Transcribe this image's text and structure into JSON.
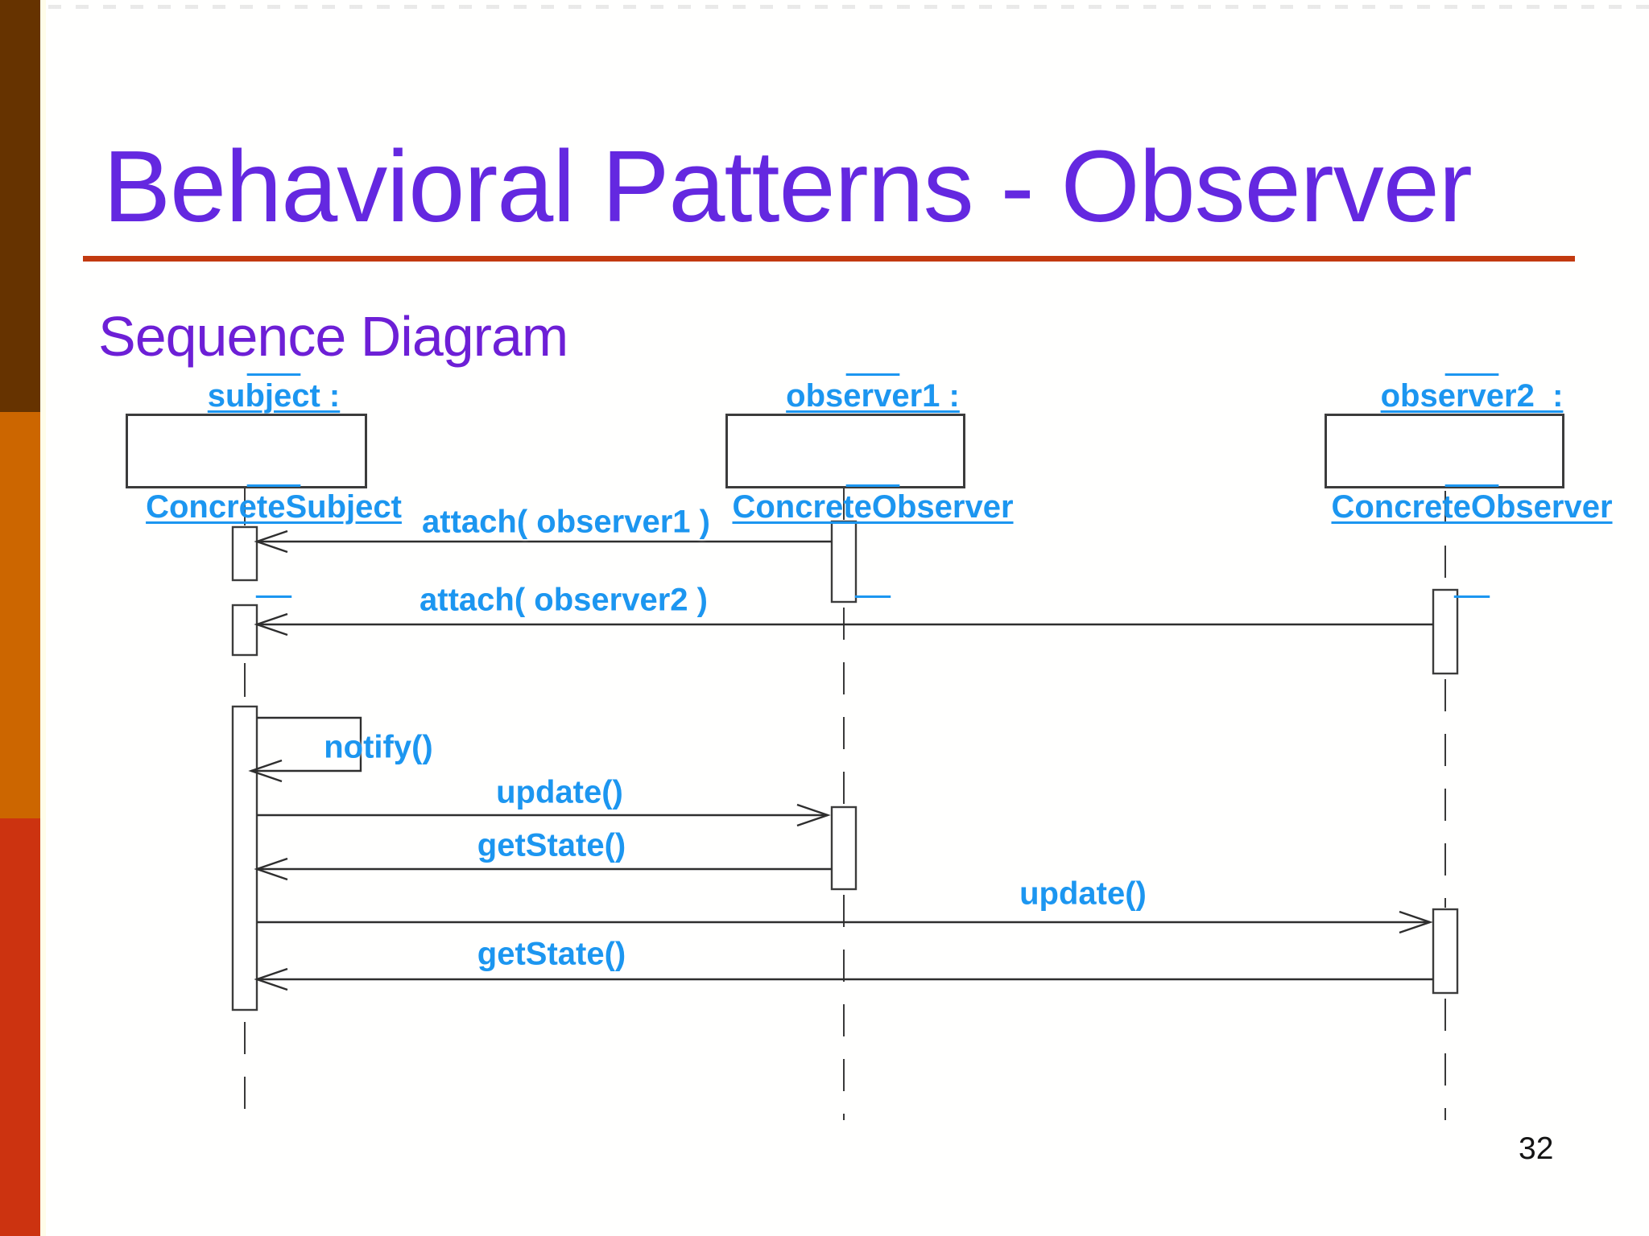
{
  "slide": {
    "title": "Behavioral Patterns - Observer",
    "subtitle": "Sequence Diagram",
    "page_number": "32"
  },
  "colors": {
    "title": "#6428E0",
    "subtitle": "#6D1FD6",
    "accent_underline": "#C23A10",
    "label_blue": "#1C96F0",
    "sidebar_brown": "#663300",
    "sidebar_orange": "#CC6600",
    "sidebar_red": "#CC3310"
  },
  "diagram": {
    "type": "uml-sequence-diagram",
    "lifelines": [
      {
        "name": "subject",
        "class": "ConcreteSubject",
        "label_line1": "subject :",
        "label_line2": "ConcreteSubject"
      },
      {
        "name": "observer1",
        "class": "ConcreteObserver",
        "label_line1": "observer1 :",
        "label_line2": "ConcreteObserver"
      },
      {
        "name": "observer2",
        "class": "ConcreteObserver",
        "label_line1": "observer2  :",
        "label_line2": "ConcreteObserver"
      }
    ],
    "messages": [
      {
        "label": "attach( observer1 )",
        "from": "observer1",
        "to": "subject"
      },
      {
        "label": "attach( observer2 )",
        "from": "observer2",
        "to": "subject"
      },
      {
        "label": "notify()",
        "from": "subject",
        "to": "subject"
      },
      {
        "label": "update()",
        "from": "subject",
        "to": "observer1"
      },
      {
        "label": "getState()",
        "from": "observer1",
        "to": "subject"
      },
      {
        "label": "update()",
        "from": "subject",
        "to": "observer2"
      },
      {
        "label": "getState()",
        "from": "observer2",
        "to": "subject"
      }
    ]
  }
}
